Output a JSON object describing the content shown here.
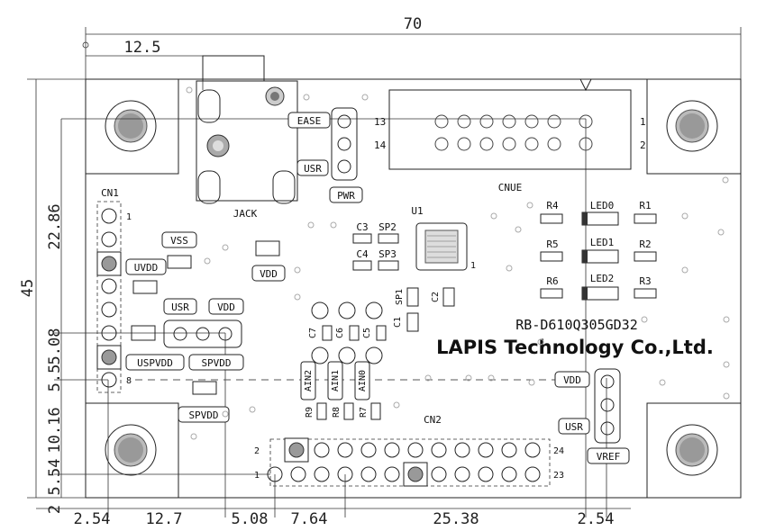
{
  "dimensions": {
    "width_total": "70",
    "offset_top": "12.5",
    "height_total": "45",
    "v1": "22.86",
    "v2": "5.08",
    "v3": "5.5",
    "v4": "10.16",
    "v5": "5.54",
    "v6": "2",
    "b1": "2.54",
    "b2": "12.7",
    "b3": "5.08",
    "b4": "7.64",
    "b5": "25.38",
    "b6": "2.54"
  },
  "labels": {
    "ease": "EASE",
    "usr_top": "USR",
    "pwr": "PWR",
    "jack": "JACK",
    "cnue": "CNUE",
    "pin13": "13",
    "pin14": "14",
    "pin1": "1",
    "pin2": "2",
    "u1": "U1",
    "u1_pin1": "1",
    "cn1": "CN1",
    "cn1_1": "1",
    "cn1_8": "8",
    "vss": "VSS",
    "uvdd": "UVDD",
    "vdd_mid": "VDD",
    "usr_mid": "USR",
    "vdd_hdr": "VDD",
    "uspvdd": "USPVDD",
    "spvdd_a": "SPVDD",
    "spvdd_b": "SPVDD",
    "c3": "C3",
    "sp2": "SP2",
    "c4": "C4",
    "sp3": "SP3",
    "sp1": "SP1",
    "c2": "C2",
    "c1": "C1",
    "c7": "C7",
    "c6": "C6",
    "c5": "C5",
    "ain2": "AIN2",
    "ain1": "AIN1",
    "ain0": "AIN0",
    "r9": "R9",
    "r8": "R8",
    "r7": "R7",
    "r4": "R4",
    "r5": "R5",
    "r6": "R6",
    "r1": "R1",
    "r2": "R2",
    "r3": "R3",
    "led0": "LED0",
    "led1": "LED1",
    "led2": "LED2",
    "model": "RB-D610Q305GD32",
    "company": "LAPIS Technology Co.,Ltd.",
    "vdd_r": "VDD",
    "usr_r": "USR",
    "vref": "VREF",
    "cn2": "CN2",
    "cn2_2": "2",
    "cn2_1": "1",
    "cn2_24": "24",
    "cn2_23": "23"
  }
}
